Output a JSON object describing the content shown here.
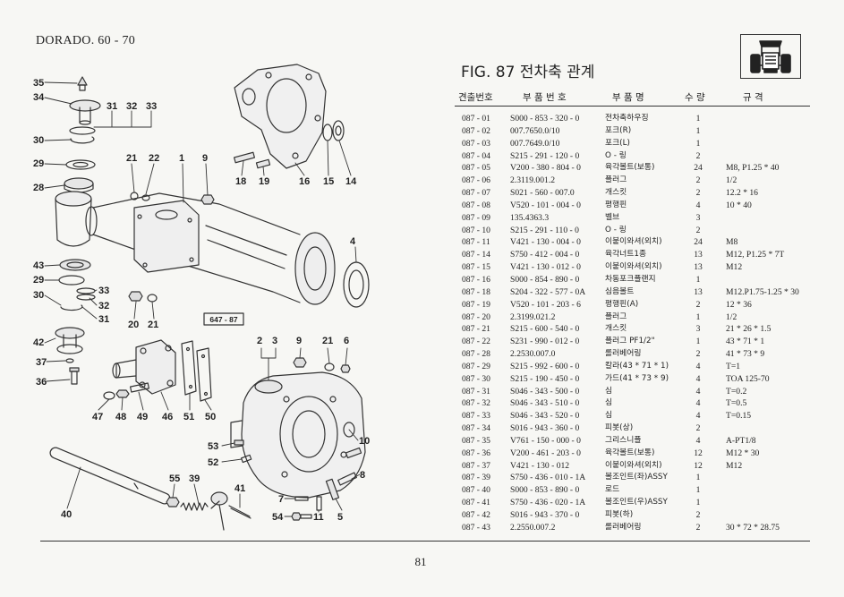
{
  "header": {
    "model": "DORADO. 60 - 70",
    "figure_title": "FIG. 87 전차축 관계",
    "page_number": "81"
  },
  "badge": {
    "icon": "tractor-icon"
  },
  "table": {
    "columns": {
      "no": "견출번호",
      "part_no": "부 품 번 호",
      "name": "부 품 명",
      "qty": "수 량",
      "spec": "규 격"
    },
    "rows": [
      {
        "no": "087 - 01",
        "part_no": "S000 - 853 - 320 - 0",
        "name": "전차축하우징",
        "qty": "1",
        "spec": ""
      },
      {
        "no": "087 - 02",
        "part_no": "007.7650.0/10",
        "name": "포크(R)",
        "qty": "1",
        "spec": ""
      },
      {
        "no": "087 - 03",
        "part_no": "007.7649.0/10",
        "name": "포크(L)",
        "qty": "1",
        "spec": ""
      },
      {
        "no": "087 - 04",
        "part_no": "S215 - 291 - 120 - 0",
        "name": "O - 링",
        "qty": "2",
        "spec": ""
      },
      {
        "no": "087 - 05",
        "part_no": "V200 - 380 - 804 - 0",
        "name": "육각볼트(보통)",
        "qty": "24",
        "spec": "M8, P1.25 * 40"
      },
      {
        "no": "087 - 06",
        "part_no": "2.3119.001.2",
        "name": "플러그",
        "qty": "2",
        "spec": "1/2"
      },
      {
        "no": "087 - 07",
        "part_no": "S021 - 560 - 007.0",
        "name": "개스킷",
        "qty": "2",
        "spec": "12.2 * 16"
      },
      {
        "no": "087 - 08",
        "part_no": "V520 - 101 - 004 - 0",
        "name": "평행핀",
        "qty": "4",
        "spec": "10 * 40"
      },
      {
        "no": "087 - 09",
        "part_no": "135.4363.3",
        "name": "벨브",
        "qty": "3",
        "spec": ""
      },
      {
        "no": "087 - 10",
        "part_no": "S215 - 291 - 110 - 0",
        "name": "O - 링",
        "qty": "2",
        "spec": ""
      },
      {
        "no": "087 - 11",
        "part_no": "V421 - 130 - 004 - 0",
        "name": "이붙이와셔(외치)",
        "qty": "24",
        "spec": "M8"
      },
      {
        "no": "087 - 14",
        "part_no": "S750 - 412 - 004 - 0",
        "name": "육각너트1종",
        "qty": "13",
        "spec": "M12, P1.25 * 7T"
      },
      {
        "no": "087 - 15",
        "part_no": "V421 - 130 - 012 - 0",
        "name": "이붙이와셔(외치)",
        "qty": "13",
        "spec": "M12"
      },
      {
        "no": "087 - 16",
        "part_no": "S000 - 854 - 890 - 0",
        "name": "차동포크플랜지",
        "qty": "1",
        "spec": ""
      },
      {
        "no": "087 - 18",
        "part_no": "S204 - 322 - 577 - 0A",
        "name": "심음볼트",
        "qty": "13",
        "spec": "M12.P1.75-1.25 * 30"
      },
      {
        "no": "087 - 19",
        "part_no": "V520 - 101 - 203 - 6",
        "name": "평행핀(A)",
        "qty": "2",
        "spec": "12 * 36"
      },
      {
        "no": "087 - 20",
        "part_no": "2.3199.021.2",
        "name": "플러그",
        "qty": "1",
        "spec": "1/2"
      },
      {
        "no": "087 - 21",
        "part_no": "S215 - 600 - 540 - 0",
        "name": "개스킷",
        "qty": "3",
        "spec": "21 * 26 * 1.5"
      },
      {
        "no": "087 - 22",
        "part_no": "S231 - 990 - 012 - 0",
        "name": "플러그 PF1/2\"",
        "qty": "1",
        "spec": "43 * 71 * 1"
      },
      {
        "no": "087 - 28",
        "part_no": "2.2530.007.0",
        "name": "롤러베어링",
        "qty": "2",
        "spec": "41 * 73 * 9"
      },
      {
        "no": "087 - 29",
        "part_no": "S215 - 992 - 600 - 0",
        "name": "칼라(43 * 71 * 1)",
        "qty": "4",
        "spec": "T=1"
      },
      {
        "no": "087 - 30",
        "part_no": "S215 - 190 - 450 - 0",
        "name": "가드(41 * 73 * 9)",
        "qty": "4",
        "spec": "TOA 125-70"
      },
      {
        "no": "087 - 31",
        "part_no": "S046 - 343 - 500 - 0",
        "name": "심",
        "qty": "4",
        "spec": "T=0.2"
      },
      {
        "no": "087 - 32",
        "part_no": "S046 - 343 - 510 - 0",
        "name": "심",
        "qty": "4",
        "spec": "T=0.5"
      },
      {
        "no": "087 - 33",
        "part_no": "S046 - 343 - 520 - 0",
        "name": "심",
        "qty": "4",
        "spec": "T=0.15"
      },
      {
        "no": "087 - 34",
        "part_no": "S016 - 943 - 360 - 0",
        "name": "피봇(상)",
        "qty": "2",
        "spec": ""
      },
      {
        "no": "087 - 35",
        "part_no": "V761 - 150 - 000 - 0",
        "name": "그리스니플",
        "qty": "4",
        "spec": "A-PT1/8"
      },
      {
        "no": "087 - 36",
        "part_no": "V200 - 461 - 203 - 0",
        "name": "육각볼트(보통)",
        "qty": "12",
        "spec": "M12 * 30"
      },
      {
        "no": "087 - 37",
        "part_no": "V421 - 130 - 012",
        "name": "이붙이와셔(외치)",
        "qty": "12",
        "spec": "M12"
      },
      {
        "no": "087 - 39",
        "part_no": "S750 - 436 - 010 - 1A",
        "name": "볼조인트(좌)ASSY",
        "qty": "1",
        "spec": ""
      },
      {
        "no": "087 - 40",
        "part_no": "S000 - 853 - 890 - 0",
        "name": "로드",
        "qty": "1",
        "spec": ""
      },
      {
        "no": "087 - 41",
        "part_no": "S750 - 436 - 020 - 1A",
        "name": "볼조인트(우)ASSY",
        "qty": "1",
        "spec": ""
      },
      {
        "no": "087 - 42",
        "part_no": "S016 - 943 - 370 - 0",
        "name": "피봇(하)",
        "qty": "2",
        "spec": ""
      },
      {
        "no": "087 - 43",
        "part_no": "2.2550.007.2",
        "name": "롤러베어링",
        "qty": "2",
        "spec": "30 * 72 * 28.75"
      }
    ]
  },
  "diagram": {
    "ref_box": "647 - 87",
    "callouts": [
      "35",
      "34",
      "31",
      "32",
      "33",
      "30",
      "29",
      "28",
      "21",
      "22",
      "1",
      "9",
      "18",
      "19",
      "16",
      "15",
      "14",
      "4",
      "43",
      "29",
      "30",
      "33",
      "32",
      "31",
      "20",
      "21",
      "42",
      "37",
      "36",
      "47",
      "48",
      "49",
      "46",
      "51",
      "50",
      "2",
      "3",
      "9",
      "21",
      "6",
      "53",
      "52",
      "10",
      "8",
      "40",
      "55",
      "39",
      "41",
      "7",
      "54",
      "11",
      "5"
    ]
  },
  "colors": {
    "paper": "#f7f7f4",
    "ink": "#222222"
  }
}
